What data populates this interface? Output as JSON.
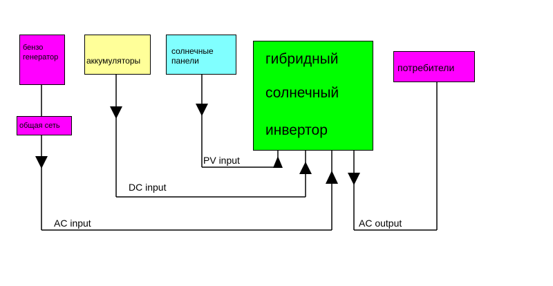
{
  "colors": {
    "generator": "#ff00ff",
    "grid": "#ff00ff",
    "batteries": "#ffff99",
    "solar": "#80ffff",
    "inverter": "#00ff00",
    "consumers": "#ff00ff",
    "line": "#000000"
  },
  "nodes": {
    "generator_line1": "бензо",
    "generator_line2": "генератор",
    "grid": "общая сеть",
    "batteries": "аккумуляторы",
    "solar_line1": "солнечные",
    "solar_line2": "панели",
    "inverter_line1": "гибридный",
    "inverter_line2": "солнечный",
    "inverter_line3": "инвертор",
    "consumers": "потребители"
  },
  "edges": {
    "pv_input": "PV input",
    "dc_input": "DC input",
    "ac_input": "AC input",
    "ac_output": "AC output"
  }
}
